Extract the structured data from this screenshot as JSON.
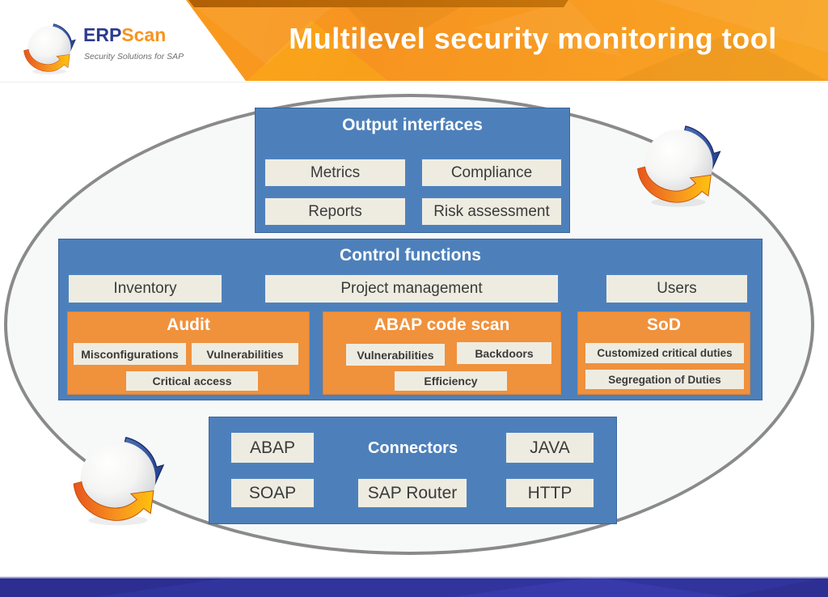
{
  "header": {
    "brand": {
      "erp": "ERP",
      "scan": "Scan",
      "tagline": "Security Solutions for SAP"
    },
    "title": "Multilevel security monitoring tool"
  },
  "colors": {
    "banner_orange": "#f89c1c",
    "box_blue": "#4d80ba",
    "panel_orange": "#f0913c",
    "button_fill": "#eeece1",
    "button_border_blue": "#4e81bd",
    "footer_blue": "#32349e",
    "brand_navy": "#2d3a8f",
    "brand_orange": "#f7941e",
    "ellipse_border_gray": "#8a8a8a"
  },
  "diagram": {
    "output_interfaces": {
      "title": "Output interfaces",
      "buttons": [
        "Metrics",
        "Compliance",
        "Reports",
        "Risk assessment"
      ]
    },
    "control_functions": {
      "title": "Control functions",
      "buttons": [
        "Inventory",
        "Project management",
        "Users"
      ],
      "groups": [
        {
          "title": "Audit",
          "items": [
            "Misconfigurations",
            "Vulnerabilities",
            "Critical access"
          ]
        },
        {
          "title": "ABAP code scan",
          "items": [
            "Vulnerabilities",
            "Backdoors",
            "Efficiency"
          ]
        },
        {
          "title": "SoD",
          "items": [
            "Customized critical duties",
            "Segregation of Duties"
          ]
        }
      ]
    },
    "connectors": {
      "title": "Connectors",
      "buttons": [
        "ABAP",
        "JAVA",
        "SOAP",
        "SAP Router",
        "HTTP"
      ]
    }
  }
}
